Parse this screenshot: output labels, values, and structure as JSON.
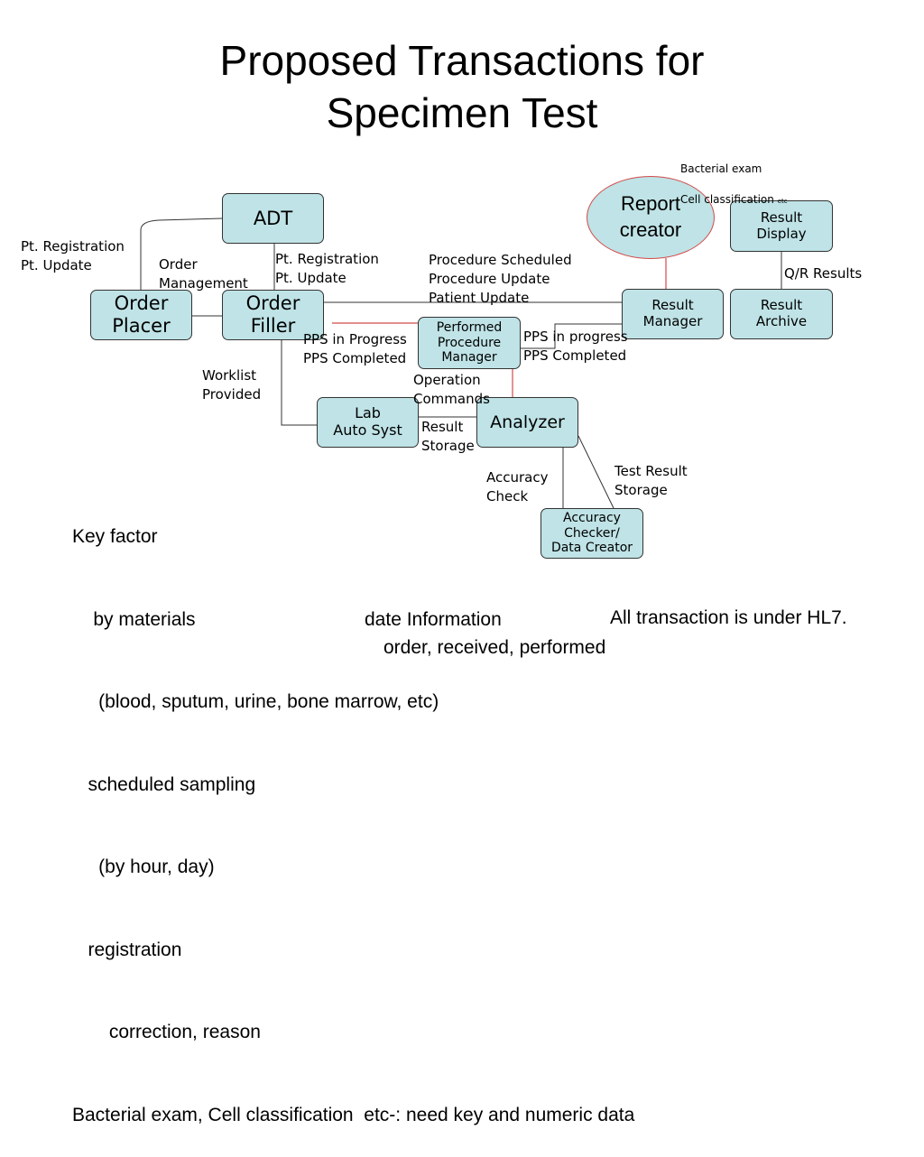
{
  "title": {
    "line1": "Proposed Transactions for",
    "line2": "Specimen Test"
  },
  "boxes": {
    "adt": "ADT",
    "order_placer": "Order\nPlacer",
    "order_filler": "Order\nFiller",
    "ppm": "Performed\nProcedure\nManager",
    "lab_auto": "Lab\nAuto Syst",
    "analyzer": "Analyzer",
    "result_manager": "Result\nManager",
    "result_display": "Result\nDisplay",
    "result_archive": "Result\nArchive",
    "accuracy_checker": "Accuracy\nChecker/\nData Creator",
    "report_creator": "Report\ncreator"
  },
  "labels": {
    "bacterial_exam": "Bacterial exam",
    "cell_classification": "Cell classification",
    "etc": "etc",
    "pt_reg_left": "Pt. Registration\nPt. Update",
    "order_management": "Order\nManagement",
    "pt_reg_mid": "Pt. Registration\nPt. Update",
    "procedure_msgs": "Procedure Scheduled\nProcedure Update\nPatient Update",
    "qr_results": "Q/R Results",
    "pps_left": "PPS in Progress\nPPS Completed",
    "pps_right": "PPS in progress\nPPS Completed",
    "worklist": "Worklist\nProvided",
    "operation": "Operation\nCommands",
    "result_storage": "Result\nStorage",
    "accuracy_check": "Accuracy\nCheck",
    "test_result_storage": "Test Result\nStorage"
  },
  "notes": {
    "lines": [
      "Key factor",
      "    by materials",
      "     (blood, sputum, urine, bone marrow, etc)",
      "   scheduled sampling",
      "     (by hour, day)",
      "   registration",
      "       correction, reason",
      "Bacterial exam, Cell classification  etc-: need key and numeric data"
    ],
    "date_information": "date Information",
    "date_detail": "order, received, performed",
    "hl7": "All transaction is under HL7."
  },
  "colors": {
    "box_fill": "#bfe3e6",
    "box_border": "#333333",
    "red_line": "#d14a4a"
  }
}
